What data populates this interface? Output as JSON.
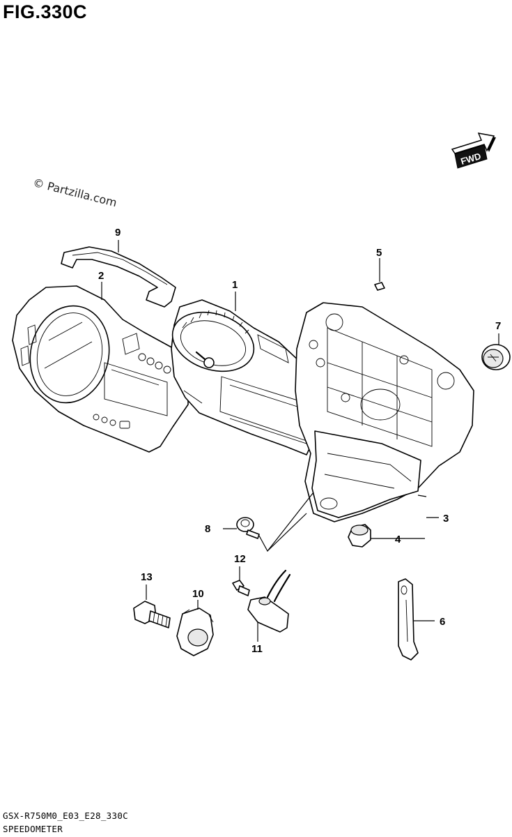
{
  "figure": {
    "title": "FIG.330C",
    "watermark": "© Partzilla.com",
    "fwd_label": "FWD",
    "model_code": "GSX-R750M0_E03_E28_330C",
    "section_name": "SPEEDOMETER"
  },
  "callouts": [
    {
      "id": "1",
      "label": "1"
    },
    {
      "id": "2",
      "label": "2"
    },
    {
      "id": "3",
      "label": "3"
    },
    {
      "id": "4",
      "label": "4"
    },
    {
      "id": "5",
      "label": "5"
    },
    {
      "id": "6",
      "label": "6"
    },
    {
      "id": "7",
      "label": "7"
    },
    {
      "id": "8",
      "label": "8"
    },
    {
      "id": "9",
      "label": "9"
    },
    {
      "id": "10",
      "label": "10"
    },
    {
      "id": "11",
      "label": "11"
    },
    {
      "id": "12",
      "label": "12"
    },
    {
      "id": "13",
      "label": "13"
    }
  ]
}
